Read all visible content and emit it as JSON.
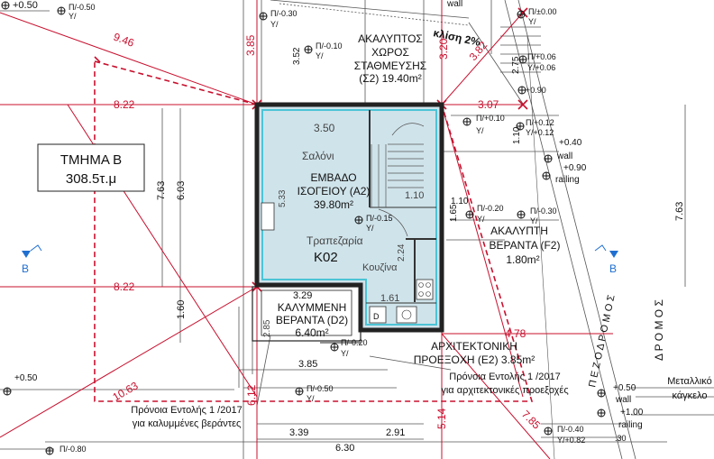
{
  "plan": {
    "section_label": "ΤΜΗΜΑ Β",
    "section_area": "308.5τ.μ",
    "ground_area_title_1": "ΕΜΒΑΔΟ",
    "ground_area_title_2": "ΙΣΟΓΕΙΟΥ (Α2)",
    "ground_area_value": "39.80m²",
    "room_living": "Σαλόνι",
    "room_dining": "Τραπεζαρία",
    "room_kitchen": "Κουζίνα",
    "building_code": "Κ02",
    "parking_1": "ΑΚΑΛΥΠΤΟΣ",
    "parking_2": "ΧΩΡΟΣ",
    "parking_3": "ΣΤΑΘΜΕΥΣΗΣ",
    "parking_4": "(Σ2) 19.40m²",
    "slope": "κλίση 2%",
    "open_veranda_1": "ΑΚΑΛΥΠΤΗ",
    "open_veranda_2": "ΒΕΡΑΝΤΑ (F2)",
    "open_veranda_area": "1.80m²",
    "covered_veranda_1": "ΚΑΛΥΜΜΕΝΗ",
    "covered_veranda_2": "ΒΕΡΑΝΤΑ (D2)",
    "covered_veranda_area": "6.40m²",
    "arch_proj_1": "ΑΡΧΙΤΕΚΤΟΝΙΚΗ",
    "arch_proj_2": "ΠΡΟΕΞΟΧΗ  (Ε2) 3.85m²",
    "note_arch_1": "Πρόνοια Εντολής 1 /2017",
    "note_arch_2": "για αρχιτεκτονικές προεξοχές",
    "note_cov_1": "Πρόνοια Εντολής 1 /2017",
    "note_cov_2": "για καλυμμένες βεράντες",
    "metal_fence_1": "Μεταλλικό",
    "metal_fence_2": "κάγκελο",
    "road": "Π Ε Ζ Ο Δ Ρ Ο Μ Ο Σ",
    "road_side": "Δ Ρ Ο Μ Ο Σ",
    "section_marker": "B",
    "wall": "wall",
    "railing": "railing",
    "levels": {
      "l_050_tl": "+0.50",
      "l_pi050": "Π/-0.50",
      "l_pi030_t": "Π/-0.30",
      "l_pi000": "Π/±0.00",
      "l_pi010": "Π/-0.10",
      "l_pip006": "Π/+0.06",
      "l_yp006": "Υ/+0.06",
      "l_090a": "+0.90",
      "l_pip010": "Π/+0.10",
      "l_pip012": "Π/+0.12",
      "l_yp012": "Υ/+0.12",
      "l_040": "+0.40",
      "l_090b": "+0.90",
      "l_pi020": "Π/-0.20",
      "l_pi030_r": "Π/-0.30",
      "l_pi015": "Π/-0.15",
      "l_pi020b": "Π/-0.20",
      "l_050_bl": "+0.50",
      "l_pi050_b": "Π/-0.50",
      "l_050_r": "+0.50",
      "l_100": "+1.00",
      "l_pi040": "Π/-0.40",
      "l_yp082": "Υ/+0.82",
      "l_pi080": "Π/-0.80",
      "y": "Υ/",
      "l_30": ".30"
    },
    "dims": {
      "d946": "9.46",
      "d385a": "3.85",
      "d352": "3.52",
      "d320": "3.20",
      "d382": "3.82",
      "d275": "2.75",
      "d822a": "8.22",
      "d350": "3.50",
      "d307": "3.07",
      "d110a": "1.10",
      "d533": "5.33",
      "d603": "6.03",
      "d763l": "7.63",
      "d763r": "7.63",
      "d165": "1.65",
      "d110b": "1.10",
      "d822b": "8.22",
      "d329": "3.29",
      "d161": "1.61",
      "d224": "2.24",
      "d160": "1.60",
      "d285": "2.85",
      "d478": "4.78",
      "d385b": "3.85",
      "d1063": "10.63",
      "d612": "6.12",
      "d514": "5.14",
      "d785": "7.85",
      "d339": "3.39",
      "d291": "2.91",
      "d630": "6.30"
    }
  }
}
